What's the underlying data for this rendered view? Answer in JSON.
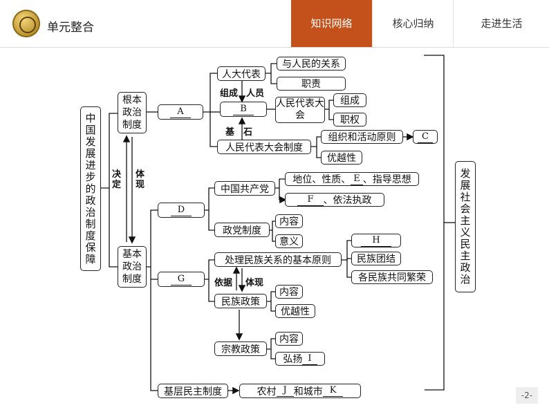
{
  "header": {
    "title": "单元整合",
    "tabs": [
      {
        "label": "知识网络",
        "active": true
      },
      {
        "label": "核心归纳",
        "active": false
      },
      {
        "label": "走进生活",
        "active": false
      }
    ],
    "accent_color": "#c4511b"
  },
  "diagram": {
    "root": "中国发展进步的政治制度保障",
    "right_summary": "发展社会主义民主政治",
    "top_system": "根本政治制度",
    "basic_system": "基本政治制度",
    "decide_label": "决定",
    "embody_label": "体现",
    "blanks": {
      "A": "A",
      "B": "B",
      "C": "C",
      "D": "D",
      "E": "E",
      "F": "F",
      "G": "G",
      "H": "H",
      "I": "I",
      "J": "J",
      "K": "K"
    },
    "npc_deputies": "人大代表",
    "relation_people": "与人民的关系",
    "duty": "职责",
    "compose_label": "组成",
    "personnel_label": "人员",
    "people_congress": "人民代表大会",
    "composition": "组成",
    "powers": "职权",
    "foundation_label_1": "基",
    "foundation_label_2": "石",
    "npc_system": "人民代表大会制度",
    "org_principle": "组织和活动原则",
    "superiority": "优越性",
    "cpc": "中国共产党",
    "cpc_status_prefix": "地位、性质、",
    "cpc_status_suffix": "、指导思想",
    "law_rule_suffix": "、依法执政",
    "party_system": "政党制度",
    "content": "内容",
    "meaning": "意义",
    "ethnic_principles": "处理民族关系的基本原则",
    "ethnic_unity": "民族团结",
    "common_prosperity": "各民族共同繁荣",
    "basis_label": "依据",
    "embody_label2": "体现",
    "ethnic_policy": "民族政策",
    "ethnic_content": "内容",
    "ethnic_superiority": "优越性",
    "religious_policy": "宗教政策",
    "religious_content": "内容",
    "promote_prefix": "弘扬",
    "grassroots": "基层民主制度",
    "rural_prefix": "农村",
    "urban_middle": "和城市"
  },
  "footer": {
    "page": "-2-"
  }
}
